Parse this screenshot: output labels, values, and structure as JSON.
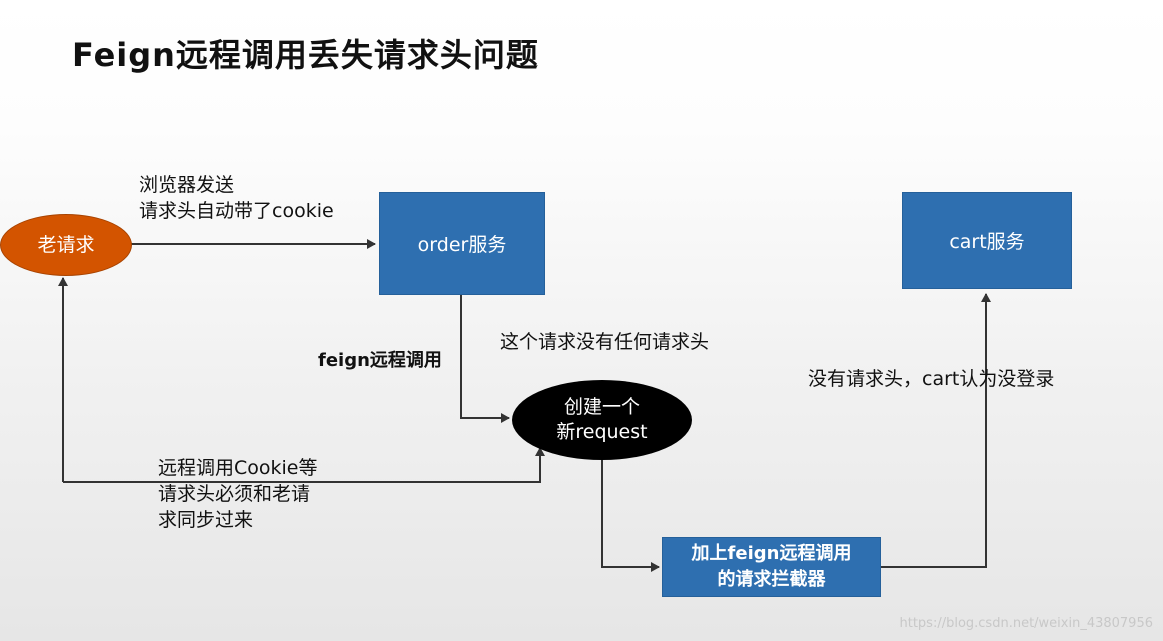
{
  "title": "Feign远程调用丢失请求头问题",
  "nodes": {
    "old_request": "老请求",
    "order_service": "order服务",
    "cart_service": "cart服务",
    "new_request": [
      "创建一个",
      "新request"
    ],
    "interceptor": [
      "加上feign远程调用",
      "的请求拦截器"
    ]
  },
  "labels": {
    "browser_send": [
      "浏览器发送",
      "请求头自动带了cookie"
    ],
    "feign_call": "feign远程调用",
    "no_headers": "这个请求没有任何请求头",
    "cart_no_headers": "没有请求头，cart认为没登录",
    "sync_cookie": [
      "远程调用Cookie等",
      "请求头必须和老请",
      "求同步过来"
    ]
  },
  "colors": {
    "old_request_fill": "#d35400",
    "service_fill": "#2e6fb0",
    "new_request_fill": "#000000",
    "line": "#333333"
  },
  "watermark": "https://blog.csdn.net/weixin_43807956"
}
